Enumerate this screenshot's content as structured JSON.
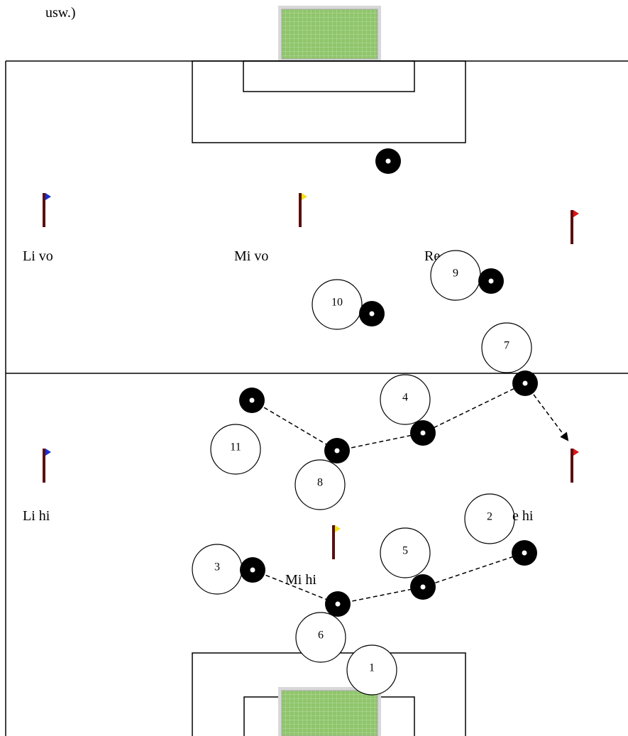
{
  "header_text": "usw.)",
  "zone_labels": {
    "left_front": "Li vo",
    "mid_front": "Mi vo",
    "right_front": "Re",
    "left_back": "Li hi",
    "mid_back": "Mi hi",
    "right_back": "e hi"
  },
  "players": [
    "1",
    "2",
    "3",
    "4",
    "5",
    "6",
    "7",
    "8",
    "9",
    "10",
    "11"
  ],
  "flag_colors": {
    "blue": "#1a2fd6",
    "yellow": "#f2e21a",
    "red": "#e01616",
    "pole": "#5a1010"
  },
  "goal_color": "#8cc46a"
}
